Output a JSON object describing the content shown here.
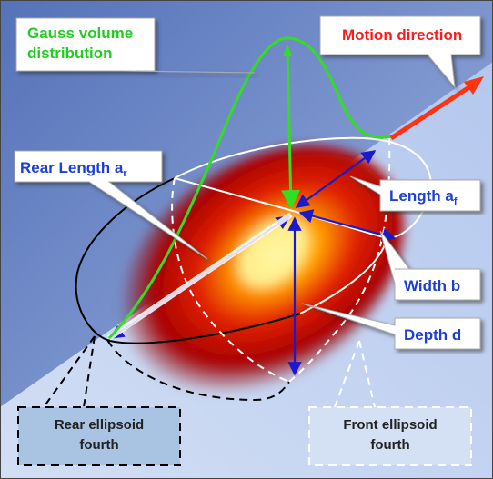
{
  "labels": {
    "gauss_line1": "Gauss volume",
    "gauss_line2": "distribution",
    "motion": "Motion direction",
    "rear_length": "Rear Length a",
    "rear_length_sub": "r",
    "length_f": "Length a",
    "length_f_sub": "f",
    "width": "Width b",
    "depth": "Depth d",
    "rear_fourth_line1": "Rear ellipsoid",
    "rear_fourth_line2": "fourth",
    "front_fourth_line1": "Front ellipsoid",
    "front_fourth_line2": "fourth"
  },
  "colors": {
    "gauss_curve": "#33dd22",
    "gauss_text": "#22cc22",
    "motion_arrow": "#ff3311",
    "motion_text": "#ff1a1a",
    "dimension_arrow": "#1a1acc",
    "dimension_text": "#1e3fd6",
    "heat_core": "#ffffcc",
    "heat_mid": "#ff8800",
    "heat_outer": "#b30000",
    "background_dark": "#6a84c4",
    "background_light": "#c6d6f2"
  }
}
